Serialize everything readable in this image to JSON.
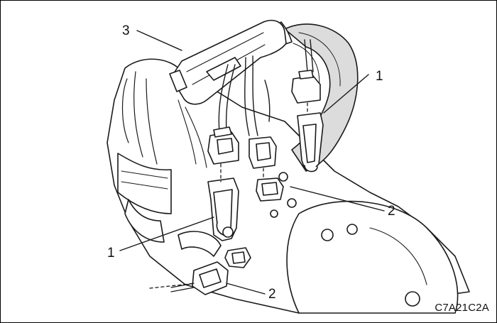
{
  "figure_code": "C7A21C2A",
  "callouts": {
    "top_left": "3",
    "top_right": "1",
    "mid_right": "2",
    "lower_left": "1",
    "bottom": "2"
  },
  "colors": {
    "line": "#1a1a1a",
    "shade": "#d9d9d9",
    "background": "#ffffff"
  }
}
